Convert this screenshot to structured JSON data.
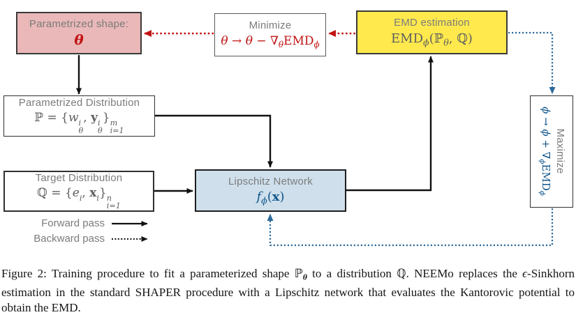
{
  "colors": {
    "pink_fill": "#eab8b8",
    "yellow_fill": "#ffe94d",
    "blue_fill": "#cfe0ec",
    "red_accent": "#c11414",
    "blue_text": "#11568c",
    "blue_arrow": "#2b6a9b",
    "gray_label": "#7b7b7b"
  },
  "boxes": {
    "shape": {
      "title": "Parametrized shape:",
      "symbol": "θ"
    },
    "minimize": {
      "title": "Minimize",
      "f": {
        "a": "θ → θ − ∇",
        "asub": "θ",
        "b": "EMD",
        "bsub": "ϕ"
      }
    },
    "emd": {
      "title": "EMD estimation",
      "f": {
        "a": "EMD",
        "asub": "ϕ",
        "b": "(ℙ",
        "bsub": "θ",
        "c": ", ℚ)"
      }
    },
    "pdist": {
      "title": "Parametrized Distribution",
      "f": {
        "a": "ℙ = {",
        "w": "w",
        "wsup": "i",
        "wsub": "θ",
        "comma": ", ",
        "y": "y",
        "ysup": "i",
        "ysub": "θ",
        "close": "}",
        "csup": "m",
        "csub": "i=1"
      }
    },
    "target": {
      "title": "Target Distribution",
      "f": {
        "a": "ℚ = {",
        "e": "e",
        "esup": "i",
        "comma": ", ",
        "x": "x",
        "xsup": "i",
        "close": "}",
        "csup": "n",
        "csub": "i=1"
      }
    },
    "lipschitz": {
      "title": "Lipschitz Network",
      "f": {
        "a": "f",
        "asub": "ϕ",
        "open": "(",
        "x": "x",
        "close": ")"
      }
    },
    "maximize": {
      "title": "Maximize",
      "f": {
        "a": "ϕ → ϕ + ∇",
        "asub": "ϕ",
        "b": "EMD",
        "bsub": "ϕ"
      }
    }
  },
  "legend": {
    "forward": "Forward pass",
    "backward": "Backward pass"
  },
  "caption": {
    "label": "Figure 2:",
    "s1": " Training procedure to fit a parameterized shape ",
    "pp": "ℙ",
    "ppsub": "θ",
    "s2": " to a distribution ℚ. NEEMo replaces the ",
    "eps": "ϵ",
    "s3": "-Sinkhorn estimation in the standard SHAPER procedure with a Lipschitz network that evaluates the Kantorovic potential to obtain the EMD."
  }
}
